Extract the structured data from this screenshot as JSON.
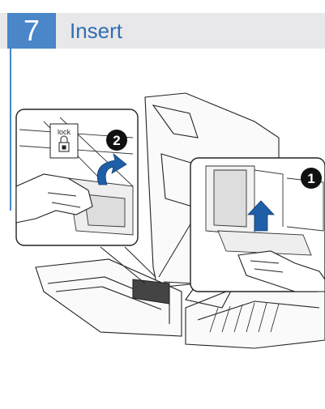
{
  "step": {
    "number": "7",
    "title": "Insert"
  },
  "illustration": {
    "lock_label": "lock",
    "callout_1": "1",
    "callout_2": "2",
    "accent_color": "#4a86c8",
    "arrow_color": "#1f5fa8"
  }
}
